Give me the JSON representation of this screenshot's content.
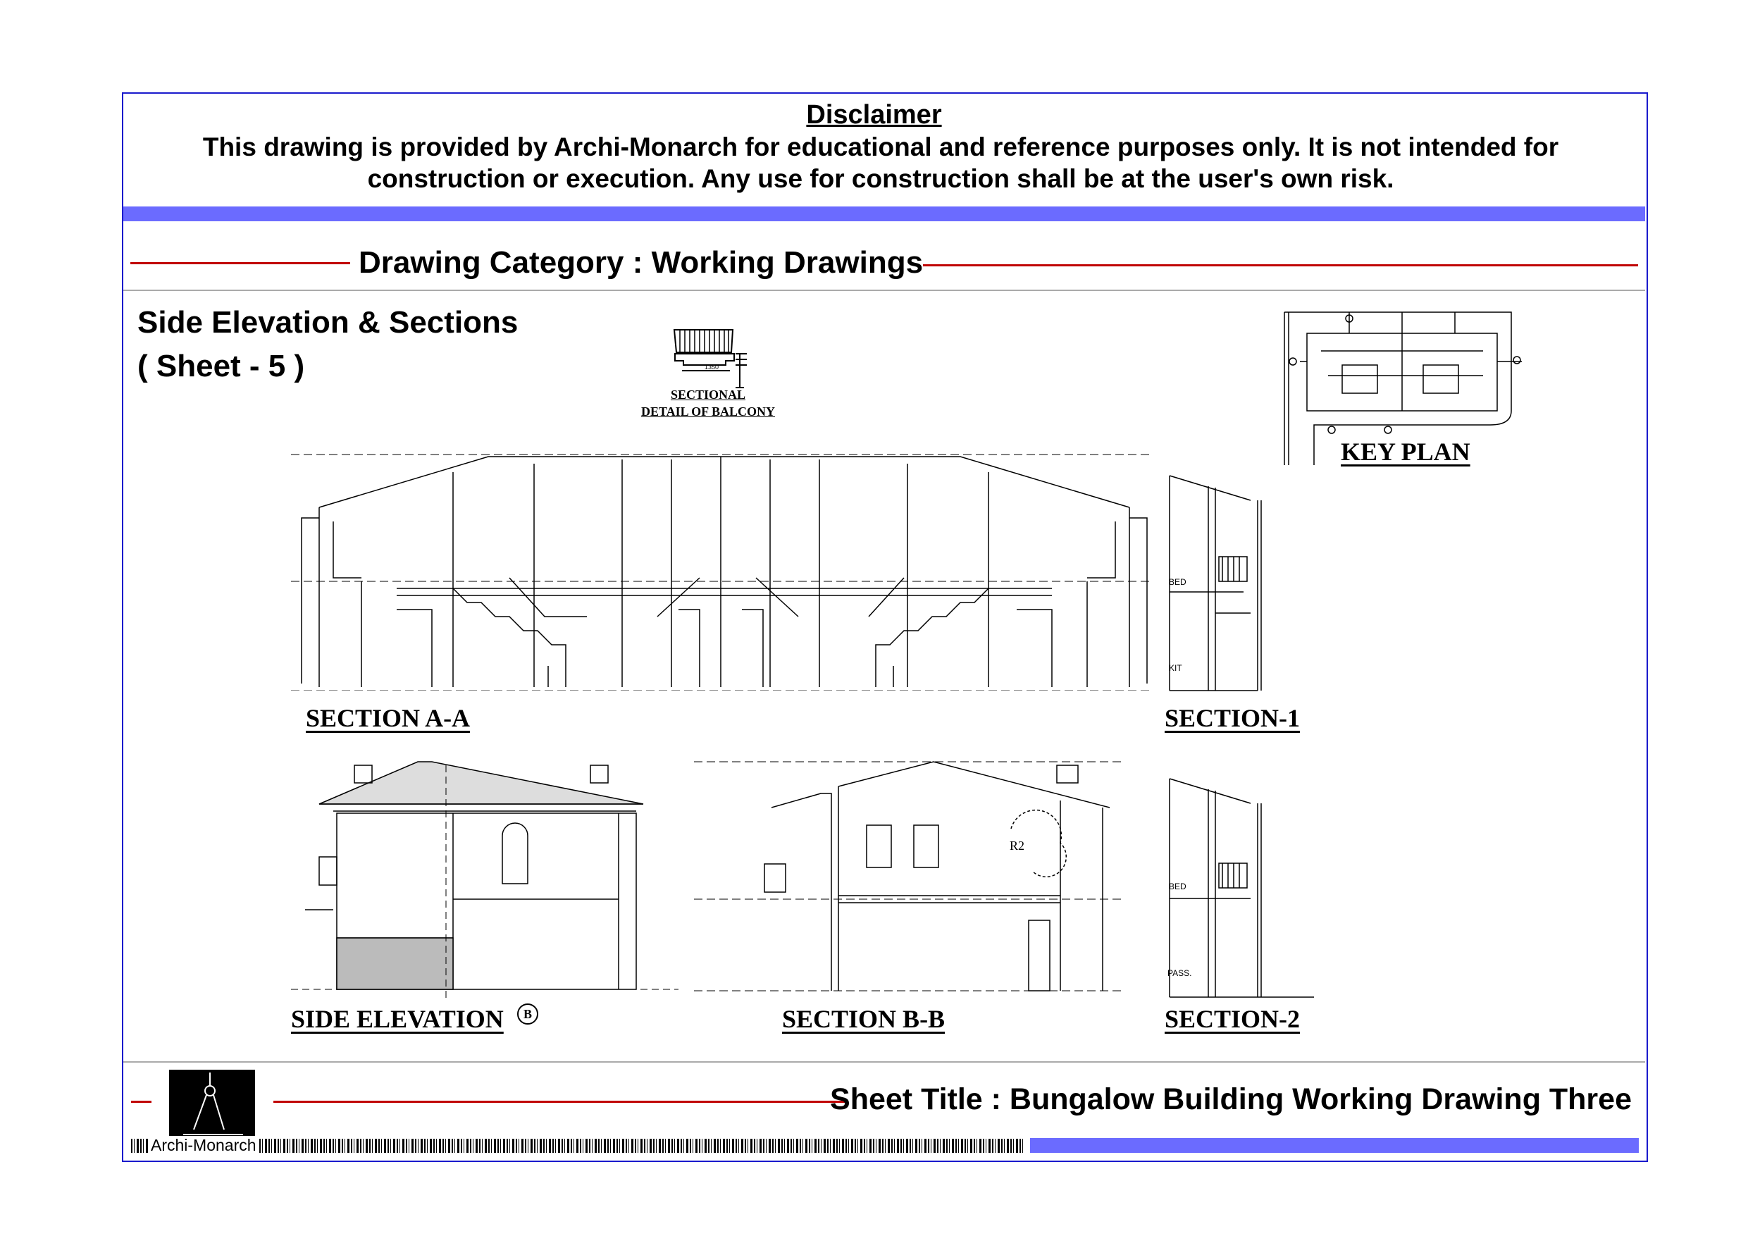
{
  "disclaimer": {
    "title": "Disclaimer",
    "line1": "This drawing is provided by Archi-Monarch for educational and reference purposes only. It is not intended for",
    "line2": "construction or execution. Any use for construction shall be at the user's own risk."
  },
  "category": {
    "text": "Drawing Category : Working Drawings"
  },
  "sheet": {
    "heading": "Side Elevation & Sections",
    "number": "( Sheet - 5 )"
  },
  "drawings": {
    "balcony_line1": "SECTIONAL",
    "balcony_line2": "DETAIL  OF  BALCONY",
    "balcony_dim": "1350",
    "key_plan": "KEY PLAN",
    "section_aa": "SECTION A-A",
    "section_1": "SECTION-1",
    "side_elevation": "SIDE ELEVATION",
    "side_elevation_marker": "B",
    "section_bb": "SECTION B-B",
    "section_2": "SECTION-2",
    "bed": "BED",
    "kit": "KIT",
    "pass": "PASS.",
    "r2": "R2"
  },
  "footer": {
    "brand": "Archi-Monarch",
    "sheet_title": "Sheet Title : Bungalow Building Working Drawing Three"
  },
  "colors": {
    "frame": "#1a1acc",
    "accent_bar": "#6b6bff",
    "rule": "#c00000"
  }
}
